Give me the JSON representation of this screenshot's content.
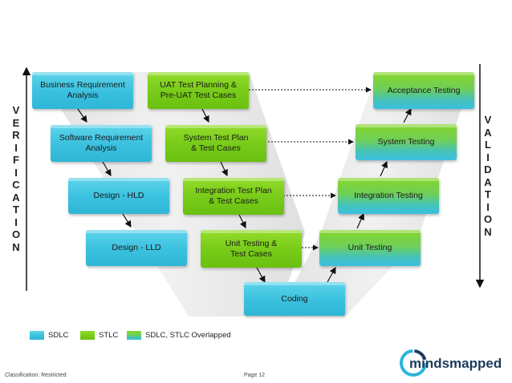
{
  "boxes": {
    "brd": "Business Requirement\nAnalysis",
    "srs": "Software Requirement\nAnalysis",
    "hld": "Design - HLD",
    "lld": "Design - LLD",
    "uat_plan": "UAT Test Planning &\nPre-UAT Test Cases",
    "sys_plan": "System Test Plan\n& Test Cases",
    "int_plan": "Integration Test Plan\n& Test Cases",
    "unit_plan": "Unit Testing &\nTest Cases",
    "coding": "Coding",
    "unit_testing": "Unit Testing",
    "integration_testing": "Integration Testing",
    "system_testing": "System Testing",
    "acceptance_testing": "Acceptance Testing"
  },
  "side_labels": {
    "left": "V\nE\nR\nI\nF\nI\nC\nA\nT\nI\nO\nN",
    "right": "V\nA\nL\nI\nD\nA\nT\nI\nO\nN"
  },
  "legend": {
    "sdlc": "SDLC",
    "stlc": "STLC",
    "overlapped": "SDLC, STLC Overlapped"
  },
  "colors": {
    "sdlc": "#3cc2e0",
    "stlc": "#79cc19",
    "overlapped": "#5ccf90"
  },
  "footer": {
    "classification": "Classification: Restricted",
    "page": "Page 12"
  },
  "logo": {
    "text": "mindsmapped"
  }
}
